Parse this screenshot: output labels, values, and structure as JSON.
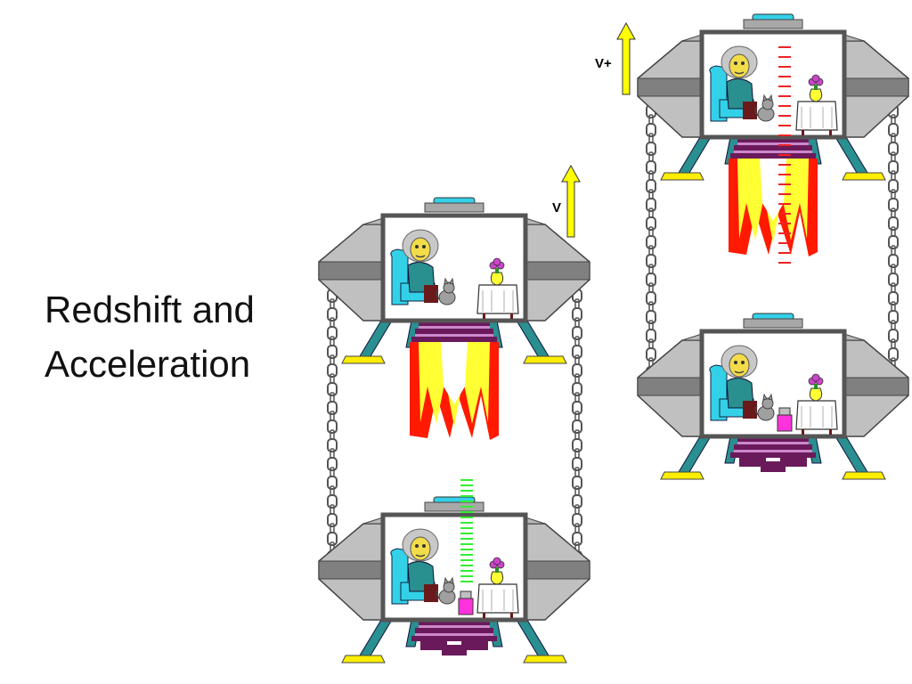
{
  "slide": {
    "title_lines": [
      "Redshift and",
      "Acceleration"
    ]
  },
  "arrows": {
    "left_label": "V",
    "right_label": "V+"
  },
  "colors": {
    "ship_body": "#c0c0c0",
    "ship_band": "#808080",
    "cockpit_frame": "#555555",
    "chair": "#33d1e8",
    "flame_red": "#ff1a00",
    "flame_yellow": "#ffff33",
    "light_blueshift": "#33ee33",
    "light_redshift": "#ee2222",
    "velocity_arrow": "#ffff00",
    "emitter": "#ff33dd",
    "leg": "#2a8f8f",
    "foot": "#ffee00",
    "thruster": "#6a1a5a"
  },
  "icons": [
    "chain-icon",
    "rocket-flame-icon",
    "person-figure-icon",
    "cat-icon",
    "flower-vase-icon",
    "light-emitter-icon"
  ]
}
